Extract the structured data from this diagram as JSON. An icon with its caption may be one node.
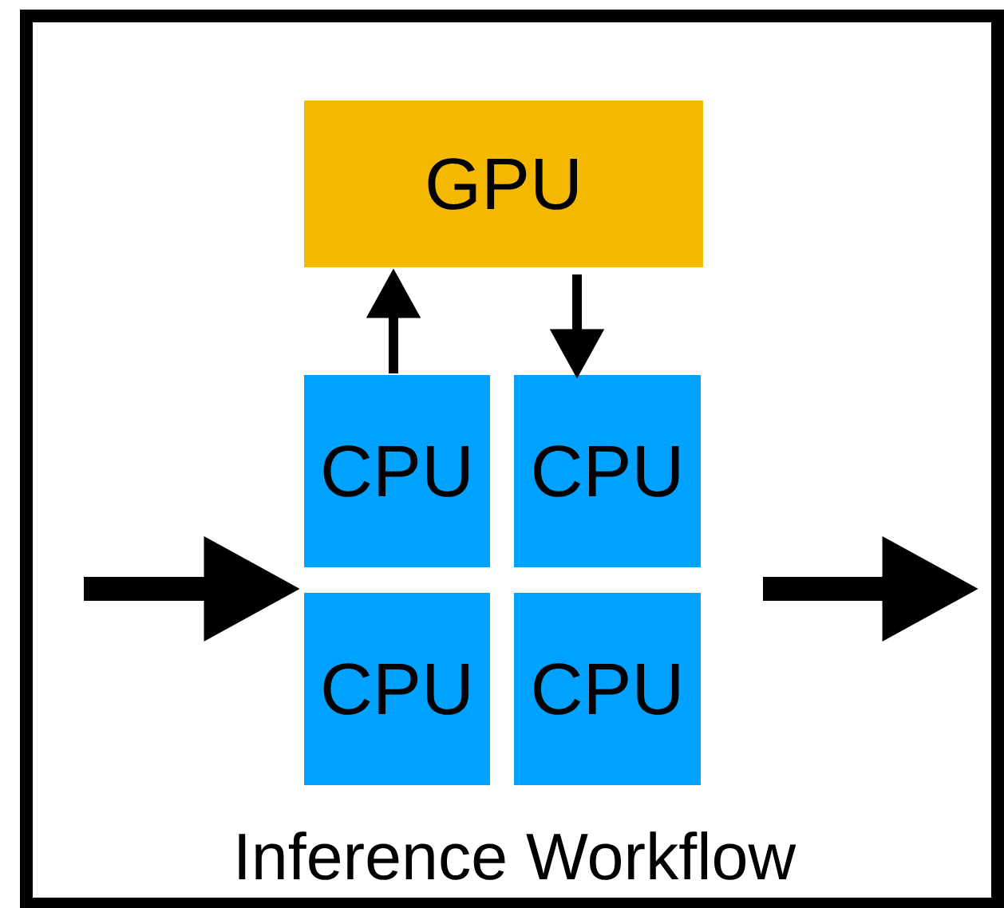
{
  "diagram": {
    "nodes": [
      {
        "text": [
          "Inference Workflow"
        ]
      },
      {
        "text": [
          "GPU"
        ],
        "in": 0
      },
      {
        "text": [
          "CPU"
        ],
        "in": 0
      },
      {
        "text": [
          "CPU"
        ],
        "in": 0
      },
      {
        "text": [
          "CPU"
        ],
        "in": 0
      },
      {
        "text": [
          "CPU"
        ],
        "in": 0
      }
    ],
    "edges": [
      {
        "from": 2,
        "to": 1,
        "arrow": "to"
      },
      {
        "from": 1,
        "to": 3,
        "arrow": "to"
      },
      {
        "from": null,
        "to": 4,
        "arrow": "to",
        "style": "thick"
      }
    ]
  }
}
